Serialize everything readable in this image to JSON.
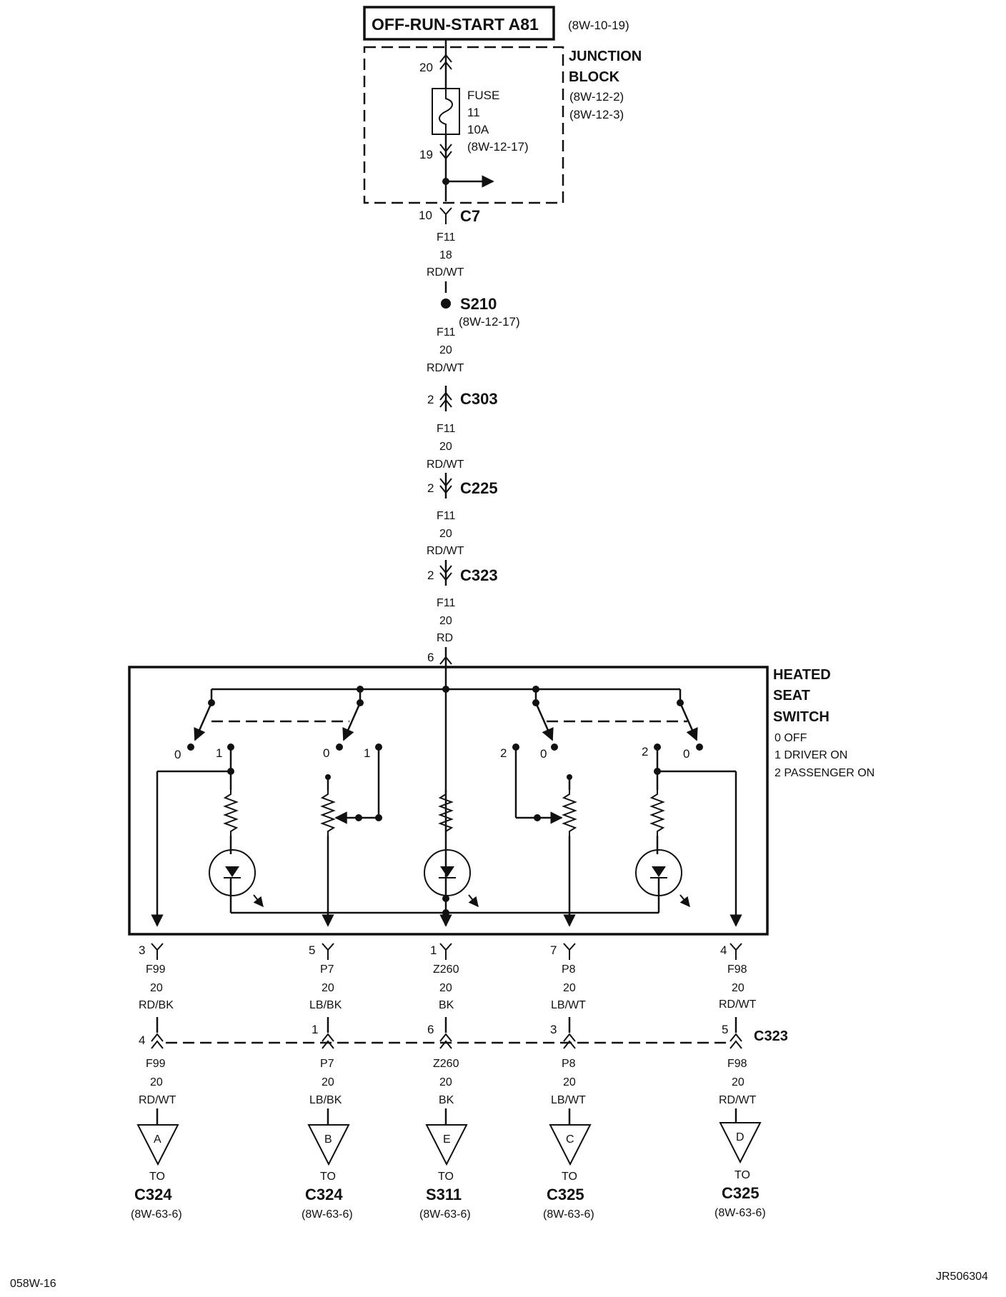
{
  "source": {
    "label": "OFF-RUN-START A81",
    "ref": "(8W-10-19)"
  },
  "junction_block": {
    "title_line1": "JUNCTION",
    "title_line2": "BLOCK",
    "ref1": "(8W-12-2)",
    "ref2": "(8W-12-3)",
    "pin_top": "20",
    "pin_bottom": "19",
    "fuse": {
      "line1": "FUSE",
      "line2": "11",
      "line3": "10A",
      "ref": "(8W-12-17)"
    }
  },
  "c7": {
    "pin": "10",
    "name": "C7"
  },
  "wire_f11_a": {
    "code": "F11",
    "gauge": "18",
    "color": "RD/WT"
  },
  "splice": {
    "name": "S210",
    "ref": "(8W-12-17)"
  },
  "wire_f11_b": {
    "code": "F11",
    "gauge": "20",
    "color": "RD/WT"
  },
  "c303": {
    "pin": "2",
    "name": "C303"
  },
  "wire_f11_c": {
    "code": "F11",
    "gauge": "20",
    "color": "RD/WT"
  },
  "c225": {
    "pin": "2",
    "name": "C225"
  },
  "wire_f11_d": {
    "code": "F11",
    "gauge": "20",
    "color": "RD/WT"
  },
  "c323_top": {
    "pin": "2",
    "name": "C323"
  },
  "wire_f11_e": {
    "code": "F11",
    "gauge": "20",
    "color": "RD"
  },
  "switch": {
    "input_pin": "6",
    "title_line1": "HEATED",
    "title_line2": "SEAT",
    "title_line3": "SWITCH",
    "legend1": "0 OFF",
    "legend2": "1 DRIVER ON",
    "legend3": "2 PASSENGER ON",
    "contact_labels": [
      "0",
      "1",
      "0",
      "1",
      "2",
      "0",
      "2",
      "0"
    ]
  },
  "outputs": [
    {
      "pin": "3",
      "wire": "F99",
      "gauge": "20",
      "color": "RD/BK",
      "c323_pin": "4",
      "wire2": "F99",
      "gauge2": "20",
      "color2": "RD/WT",
      "letter": "A",
      "to": "TO",
      "dest": "C324",
      "ref": "(8W-63-6)"
    },
    {
      "pin": "5",
      "wire": "P7",
      "gauge": "20",
      "color": "LB/BK",
      "c323_pin": "1",
      "wire2": "P7",
      "gauge2": "20",
      "color2": "LB/BK",
      "letter": "B",
      "to": "TO",
      "dest": "C324",
      "ref": "(8W-63-6)"
    },
    {
      "pin": "1",
      "wire": "Z260",
      "gauge": "20",
      "color": "BK",
      "c323_pin": "6",
      "wire2": "Z260",
      "gauge2": "20",
      "color2": "BK",
      "letter": "E",
      "to": "TO",
      "dest": "S311",
      "ref": "(8W-63-6)"
    },
    {
      "pin": "7",
      "wire": "P8",
      "gauge": "20",
      "color": "LB/WT",
      "c323_pin": "3",
      "wire2": "P8",
      "gauge2": "20",
      "color2": "LB/WT",
      "letter": "C",
      "to": "TO",
      "dest": "C325",
      "ref": "(8W-63-6)"
    },
    {
      "pin": "4",
      "wire": "F98",
      "gauge": "20",
      "color": "RD/WT",
      "c323_pin": "5",
      "wire2": "F98",
      "gauge2": "20",
      "color2": "RD/WT",
      "letter": "D",
      "to": "TO",
      "dest": "C325",
      "ref": "(8W-63-6)"
    }
  ],
  "c323_bottom": {
    "name": "C323"
  },
  "footer": {
    "left": "058W-16",
    "right": "JR506304"
  }
}
